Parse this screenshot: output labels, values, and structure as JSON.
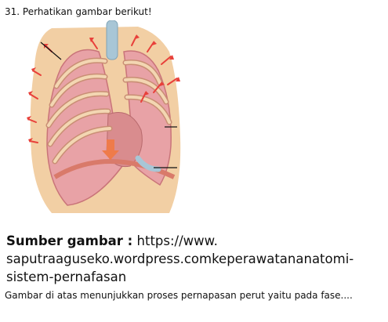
{
  "question": {
    "heading": "31. Perhatikan gambar berikut!"
  },
  "figure": {
    "colors": {
      "lung": "#e8a2a6",
      "lung_dark": "#c97479",
      "rib": "#f3d6b2",
      "rib_edge": "#c98e74",
      "arrow": "#e8403a",
      "diaphragm_arrow": "#ef7b4a",
      "trachea": "#a8c6d6",
      "skin": "#f2cfa4"
    }
  },
  "source": {
    "label": "Sumber gambar :",
    "url": " https://www.​saputraaguseko.wordpress.com​keperawatananatomi-sistem-pernafasan"
  },
  "statement": {
    "text": "Gambar di atas menunjukkan proses pernapasan perut yaitu pada fase...."
  }
}
